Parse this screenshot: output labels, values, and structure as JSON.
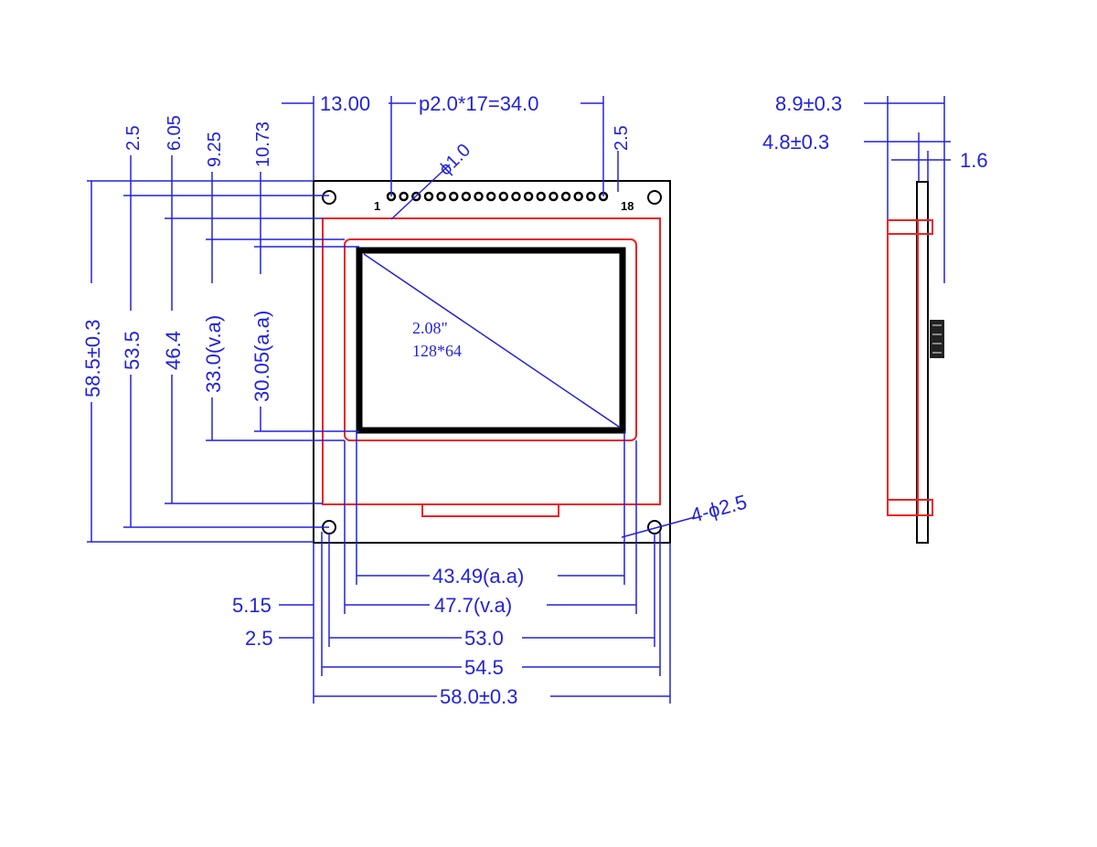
{
  "colors": {
    "dimension": "#2222dd",
    "bezel": "#ee2222",
    "outline": "#000000"
  },
  "lcd": {
    "size": "2.08\"",
    "resolution": "128*64"
  },
  "pins": {
    "first": "1",
    "last": "18"
  },
  "top_dims": {
    "offset": "13.00",
    "pitch": "p2.0*17=34.0",
    "right_margin": "2.5",
    "pin_hole": "ϕ1.0"
  },
  "left_dims": {
    "d1": "2.5",
    "d2": "6.05",
    "d3": "9.25",
    "d4": "10.73",
    "overall_height": "58.5±0.3",
    "hole_pitch": "53.5",
    "bezel": "46.4",
    "view_area": "33.0(v.a)",
    "active_area": "30.05(a.a)"
  },
  "bottom_dims": {
    "active_area": "43.49(a.a)",
    "view_area": "47.7(v.a)",
    "va_offset": "5.15",
    "hole_pitch": "53.0",
    "hole_offset": "2.5",
    "bezel": "54.5",
    "overall_width": "58.0±0.3"
  },
  "mount_hole": "4-ϕ2.5",
  "side_dims": {
    "total": "8.9±0.3",
    "module": "4.8±0.3",
    "pcb": "1.6"
  }
}
